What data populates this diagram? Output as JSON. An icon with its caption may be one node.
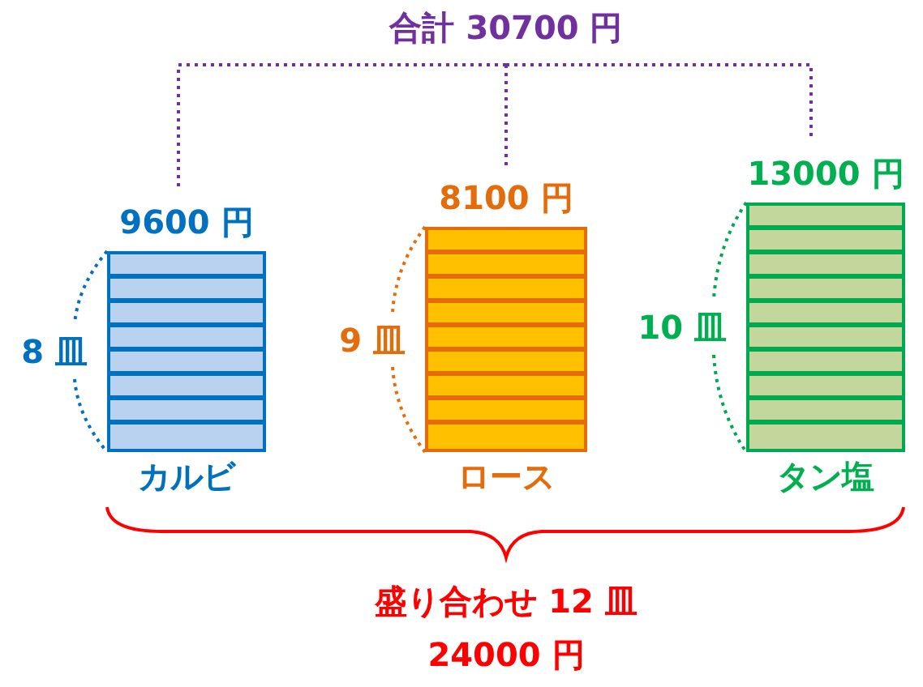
{
  "diagram": {
    "nodes": [
      {
        "text": [
          "合計 30700 円"
        ]
      },
      {
        "text": [
          "9600 円",
          "カルビ"
        ],
        "beside": [
          "8 皿"
        ]
      },
      {
        "text": [
          "8100 円",
          "ロース"
        ],
        "beside": [
          "9 皿"
        ]
      },
      {
        "text": [
          "13000 円",
          "タン塩"
        ],
        "beside": [
          "10 皿"
        ]
      }
    ],
    "edges": [
      {
        "from": 0,
        "to": 1,
        "arrow": "none",
        "style": "dashed"
      },
      {
        "from": 0,
        "to": 2,
        "arrow": "none",
        "style": "dashed"
      },
      {
        "from": 0,
        "to": 3,
        "arrow": "none",
        "style": "dashed"
      }
    ],
    "labels": [
      "盛り合わせ 12 皿",
      "24000 円"
    ]
  }
}
